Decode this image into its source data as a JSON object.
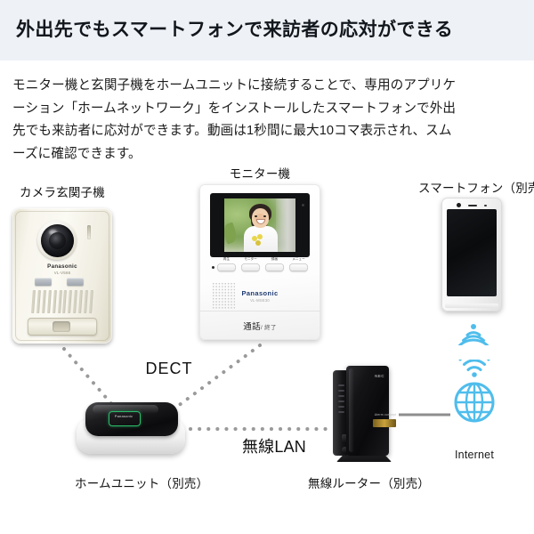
{
  "header": {
    "title": "外出先でもスマートフォンで来訪者の応対ができる"
  },
  "body": {
    "paragraph": "モニター機と玄関子機をホームユニットに接続することで、専用のアプリケーション「ホームネットワーク」をインストールしたスマートフォンで外出先でも来訪者に応対ができます。動画は1秒間に最大10コマ表示され、スムーズに確認できます。"
  },
  "diagram": {
    "devices": [
      {
        "id": "camera-door-station",
        "label": "カメラ玄関子機",
        "brand": "Panasonic",
        "model": "VL-V566"
      },
      {
        "id": "monitor",
        "label": "モニター機",
        "brand": "Panasonic",
        "model": "VL-MSE30",
        "talk_button": "通話",
        "talk_button_sub": "/ 終了",
        "buttons": [
          "再生",
          "モニター",
          "録画",
          "メニュー"
        ]
      },
      {
        "id": "smartphone",
        "label": "スマートフォン（別売）"
      },
      {
        "id": "home-unit",
        "label": "ホームユニット（別売）",
        "brand": "Panasonic"
      },
      {
        "id": "wireless-router",
        "label": "無線ルーター（別売）",
        "brand": "NEC",
        "badge": "Aterm concept"
      }
    ],
    "connections": [
      {
        "id": "dect-link",
        "label": "DECT"
      },
      {
        "id": "wireless-lan-link",
        "label": "無線LAN"
      }
    ],
    "internet": {
      "label": "Internet",
      "icon": "globe-icon"
    },
    "icons": {
      "phone_wifi": "wifi-icon",
      "globe_wifi": "wifi-icon"
    }
  },
  "colors": {
    "header_band": "#eef2f7",
    "accent_blue": "#4fbdec",
    "dot_gray": "#9a9a9a",
    "led_green": "#2bbd6a"
  }
}
